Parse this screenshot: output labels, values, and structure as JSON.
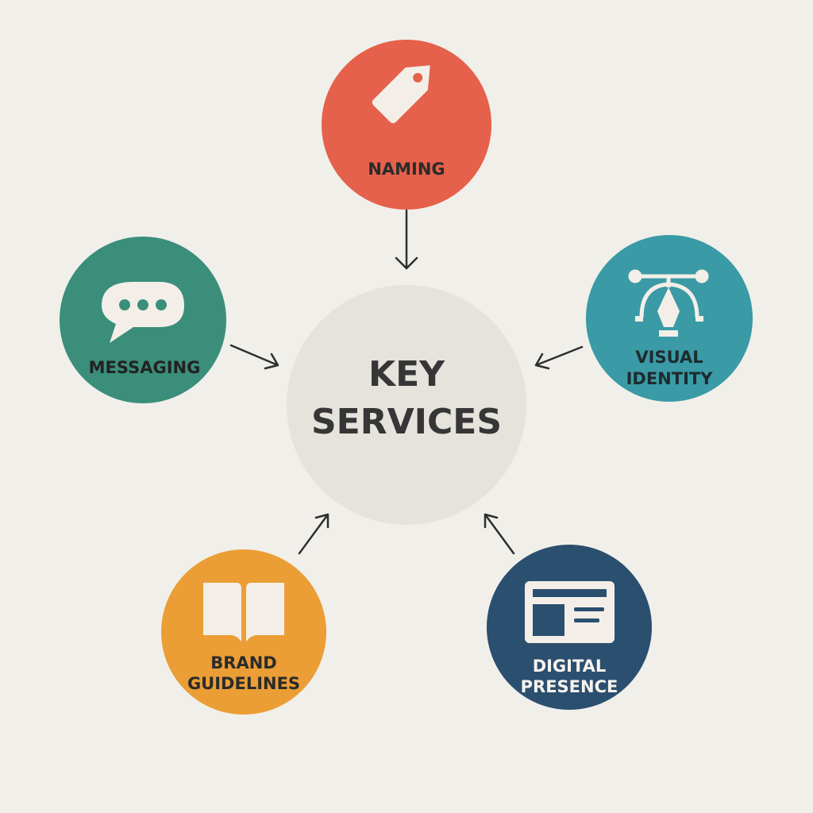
{
  "center": {
    "line1": "KEY",
    "line2": "SERVICES",
    "color": "#e6e3dd"
  },
  "services": {
    "naming": {
      "label": "NAMING",
      "icon": "tag-icon",
      "color": "#e5614b"
    },
    "messaging": {
      "label": "MESSAGING",
      "icon": "speech-bubble-icon",
      "color": "#3a8e7a"
    },
    "visual_identity": {
      "line1": "VISUAL",
      "line2": "IDENTITY",
      "icon": "pen-tool-icon",
      "color": "#3a9aa6"
    },
    "brand_guidelines": {
      "line1": "BRAND",
      "line2": "GUIDELINES",
      "icon": "book-icon",
      "color": "#eb9e35"
    },
    "digital_presence": {
      "line1": "DIGITAL",
      "line2": "PRESENCE",
      "icon": "webpage-icon",
      "color": "#2b4f6f"
    }
  }
}
